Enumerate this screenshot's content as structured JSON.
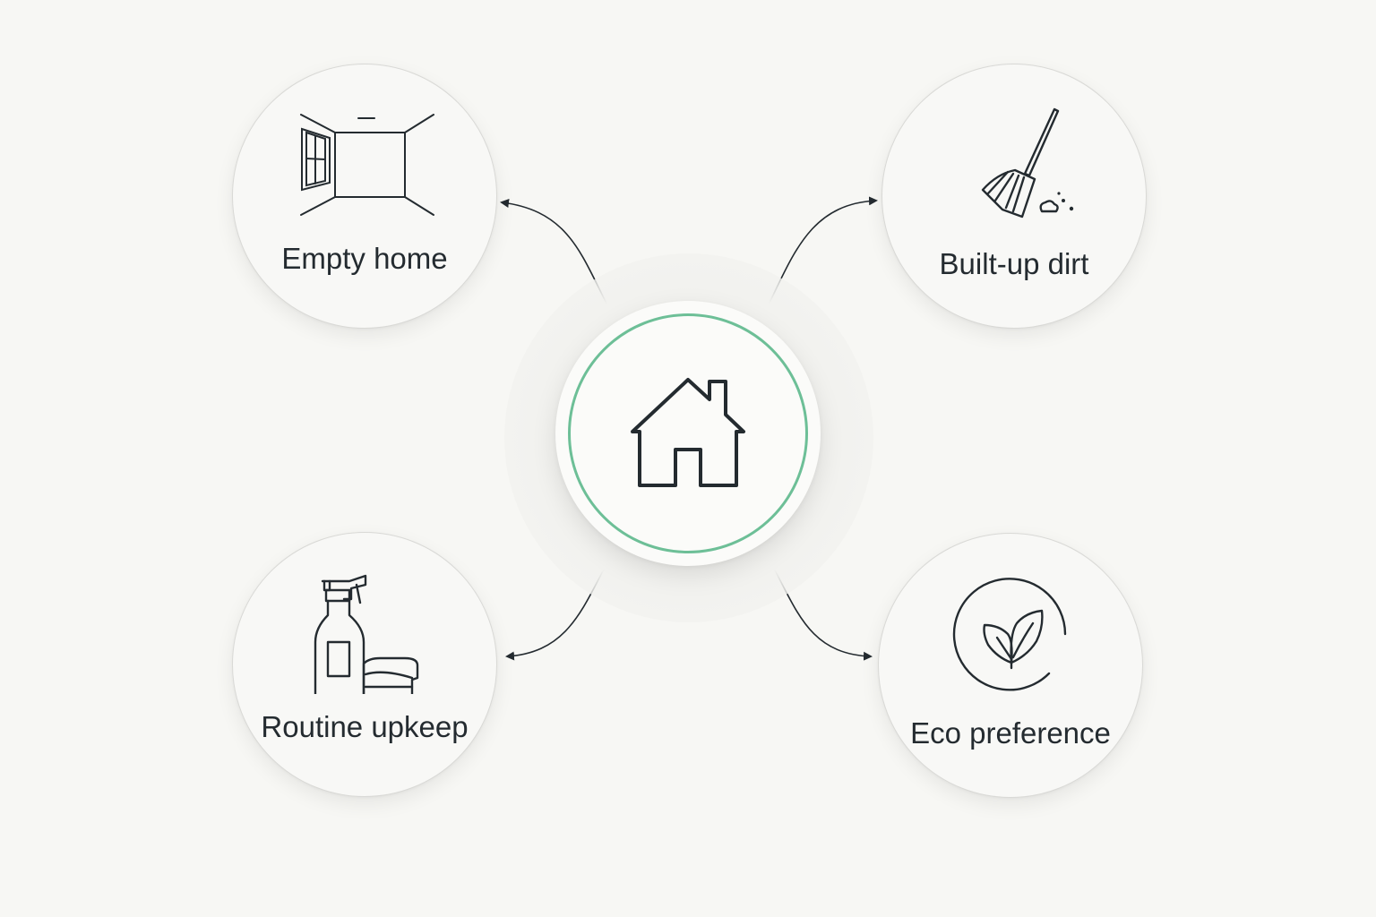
{
  "diagram": {
    "center": {
      "icon": "house-icon",
      "ring_color": "#6dbf97"
    },
    "nodes": [
      {
        "id": "empty",
        "label": "Empty home",
        "icon": "empty-room-icon"
      },
      {
        "id": "dirt",
        "label": "Built-up dirt",
        "icon": "broom-icon"
      },
      {
        "id": "routine",
        "label": "Routine upkeep",
        "icon": "spray-bottle-cloth-icon"
      },
      {
        "id": "eco",
        "label": "Eco preference",
        "icon": "leaf-icon"
      }
    ],
    "edges": [
      {
        "from": "center",
        "to": "empty"
      },
      {
        "from": "center",
        "to": "dirt"
      },
      {
        "from": "center",
        "to": "routine"
      },
      {
        "from": "center",
        "to": "eco"
      }
    ]
  },
  "colors": {
    "background": "#f7f7f4",
    "stroke": "#242b30",
    "accent": "#6dbf97"
  }
}
